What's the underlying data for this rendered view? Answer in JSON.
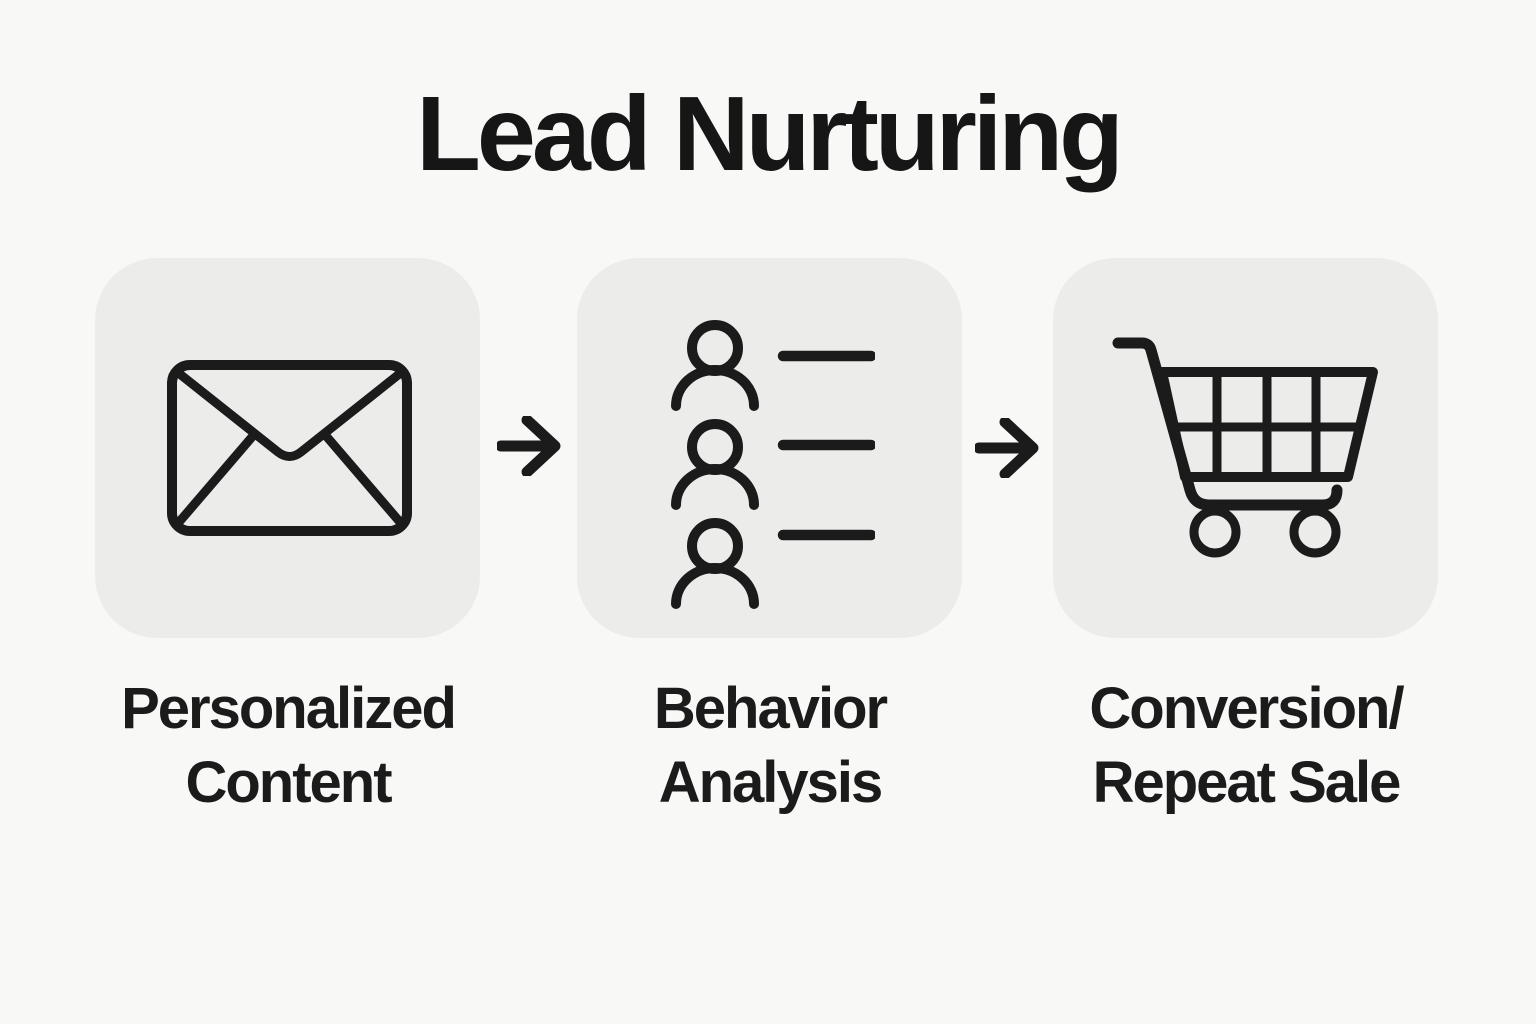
{
  "title": "Lead Nurturing",
  "colors": {
    "background": "#f8f8f6",
    "card": "#ececeb",
    "ink": "#1b1b1b"
  },
  "steps": [
    {
      "label": "Personalized\nContent",
      "icon": "envelope-icon"
    },
    {
      "label": "Behavior\nAnalysis",
      "icon": "people-list-icon"
    },
    {
      "label": "Conversion/\nRepeat Sale",
      "icon": "shopping-cart-icon"
    }
  ],
  "connectors": [
    {
      "icon": "right-arrow-icon"
    },
    {
      "icon": "right-arrow-icon"
    }
  ]
}
